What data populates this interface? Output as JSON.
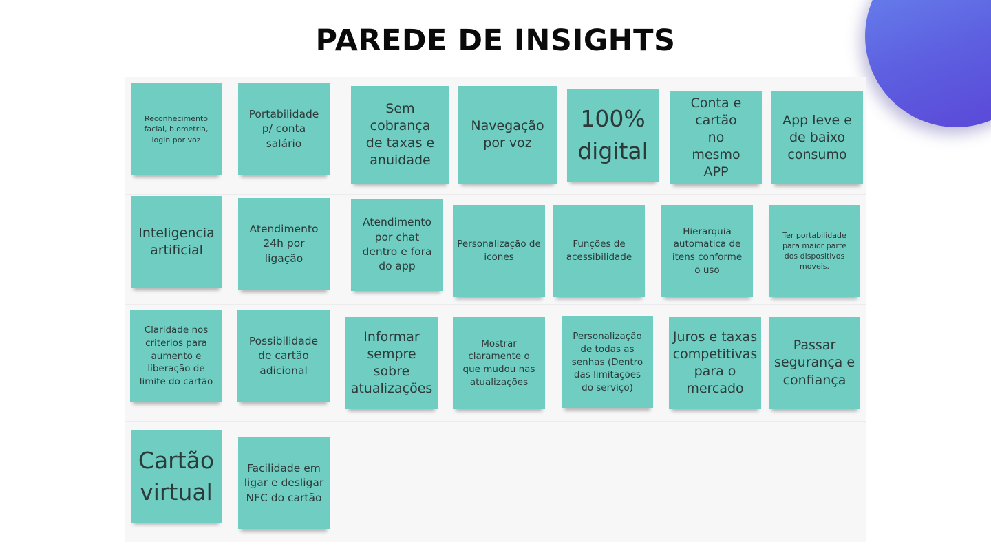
{
  "title": "PAREDE DE INSIGHTS",
  "colors": {
    "note": "#6fcdc2",
    "note_text": "#2d3a3a",
    "board": "#f7f7f8",
    "orb": "#5d5fe0"
  },
  "notes": [
    "Reconhecimento facial, biometria, login por voz",
    "Portabilidade p/ conta salário",
    "Sem cobrança de taxas e anuidade",
    "Navegação por voz",
    "100% digital",
    "Conta e cartão no mesmo APP",
    "App leve e de baixo consumo",
    "Inteligencia artificial",
    "Atendimento 24h por ligação",
    "Atendimento por chat dentro e fora do app",
    "Personalização de icones",
    "Funções de acessibilidade",
    "Hierarquia automatica de itens conforme o uso",
    "Ter portabilidade para maior parte dos dispositivos moveis.",
    "Claridade nos criterios para aumento e liberação de limite do cartão",
    "Possibilidade de cartão adicional",
    "Informar sempre sobre atualizações",
    "Mostrar claramente o que mudou nas atualizações",
    "Personalização de todas as senhas (Dentro das limitações do serviço)",
    "Juros e taxas competitivas para o mercado",
    "Passar segurança e confiança",
    "Cartão virtual",
    "Facilidade em ligar e desligar NFC do cartão"
  ]
}
